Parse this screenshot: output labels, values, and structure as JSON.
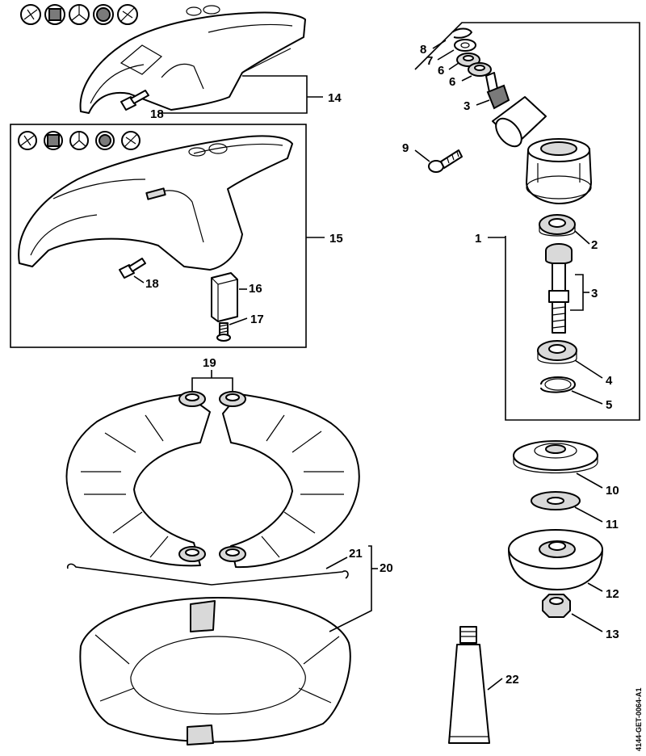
{
  "document_code": "4144-GET-0064-A1",
  "callouts": {
    "c1": "1",
    "c2": "2",
    "c3a": "3",
    "c3b": "3",
    "c4": "4",
    "c5": "5",
    "c6a": "6",
    "c6b": "6",
    "c7": "7",
    "c8": "8",
    "c9": "9",
    "c10": "10",
    "c11": "11",
    "c12": "12",
    "c13": "13",
    "c14": "14",
    "c15": "15",
    "c16": "16",
    "c17": "17",
    "c18a": "18",
    "c18b": "18",
    "c19": "19",
    "c20": "20",
    "c21": "21",
    "c22": "22"
  },
  "icons": [
    "grass-blade-icon",
    "brush-knife-icon",
    "trimmer-head-icon",
    "saw-blade-icon",
    "bush-icon"
  ]
}
